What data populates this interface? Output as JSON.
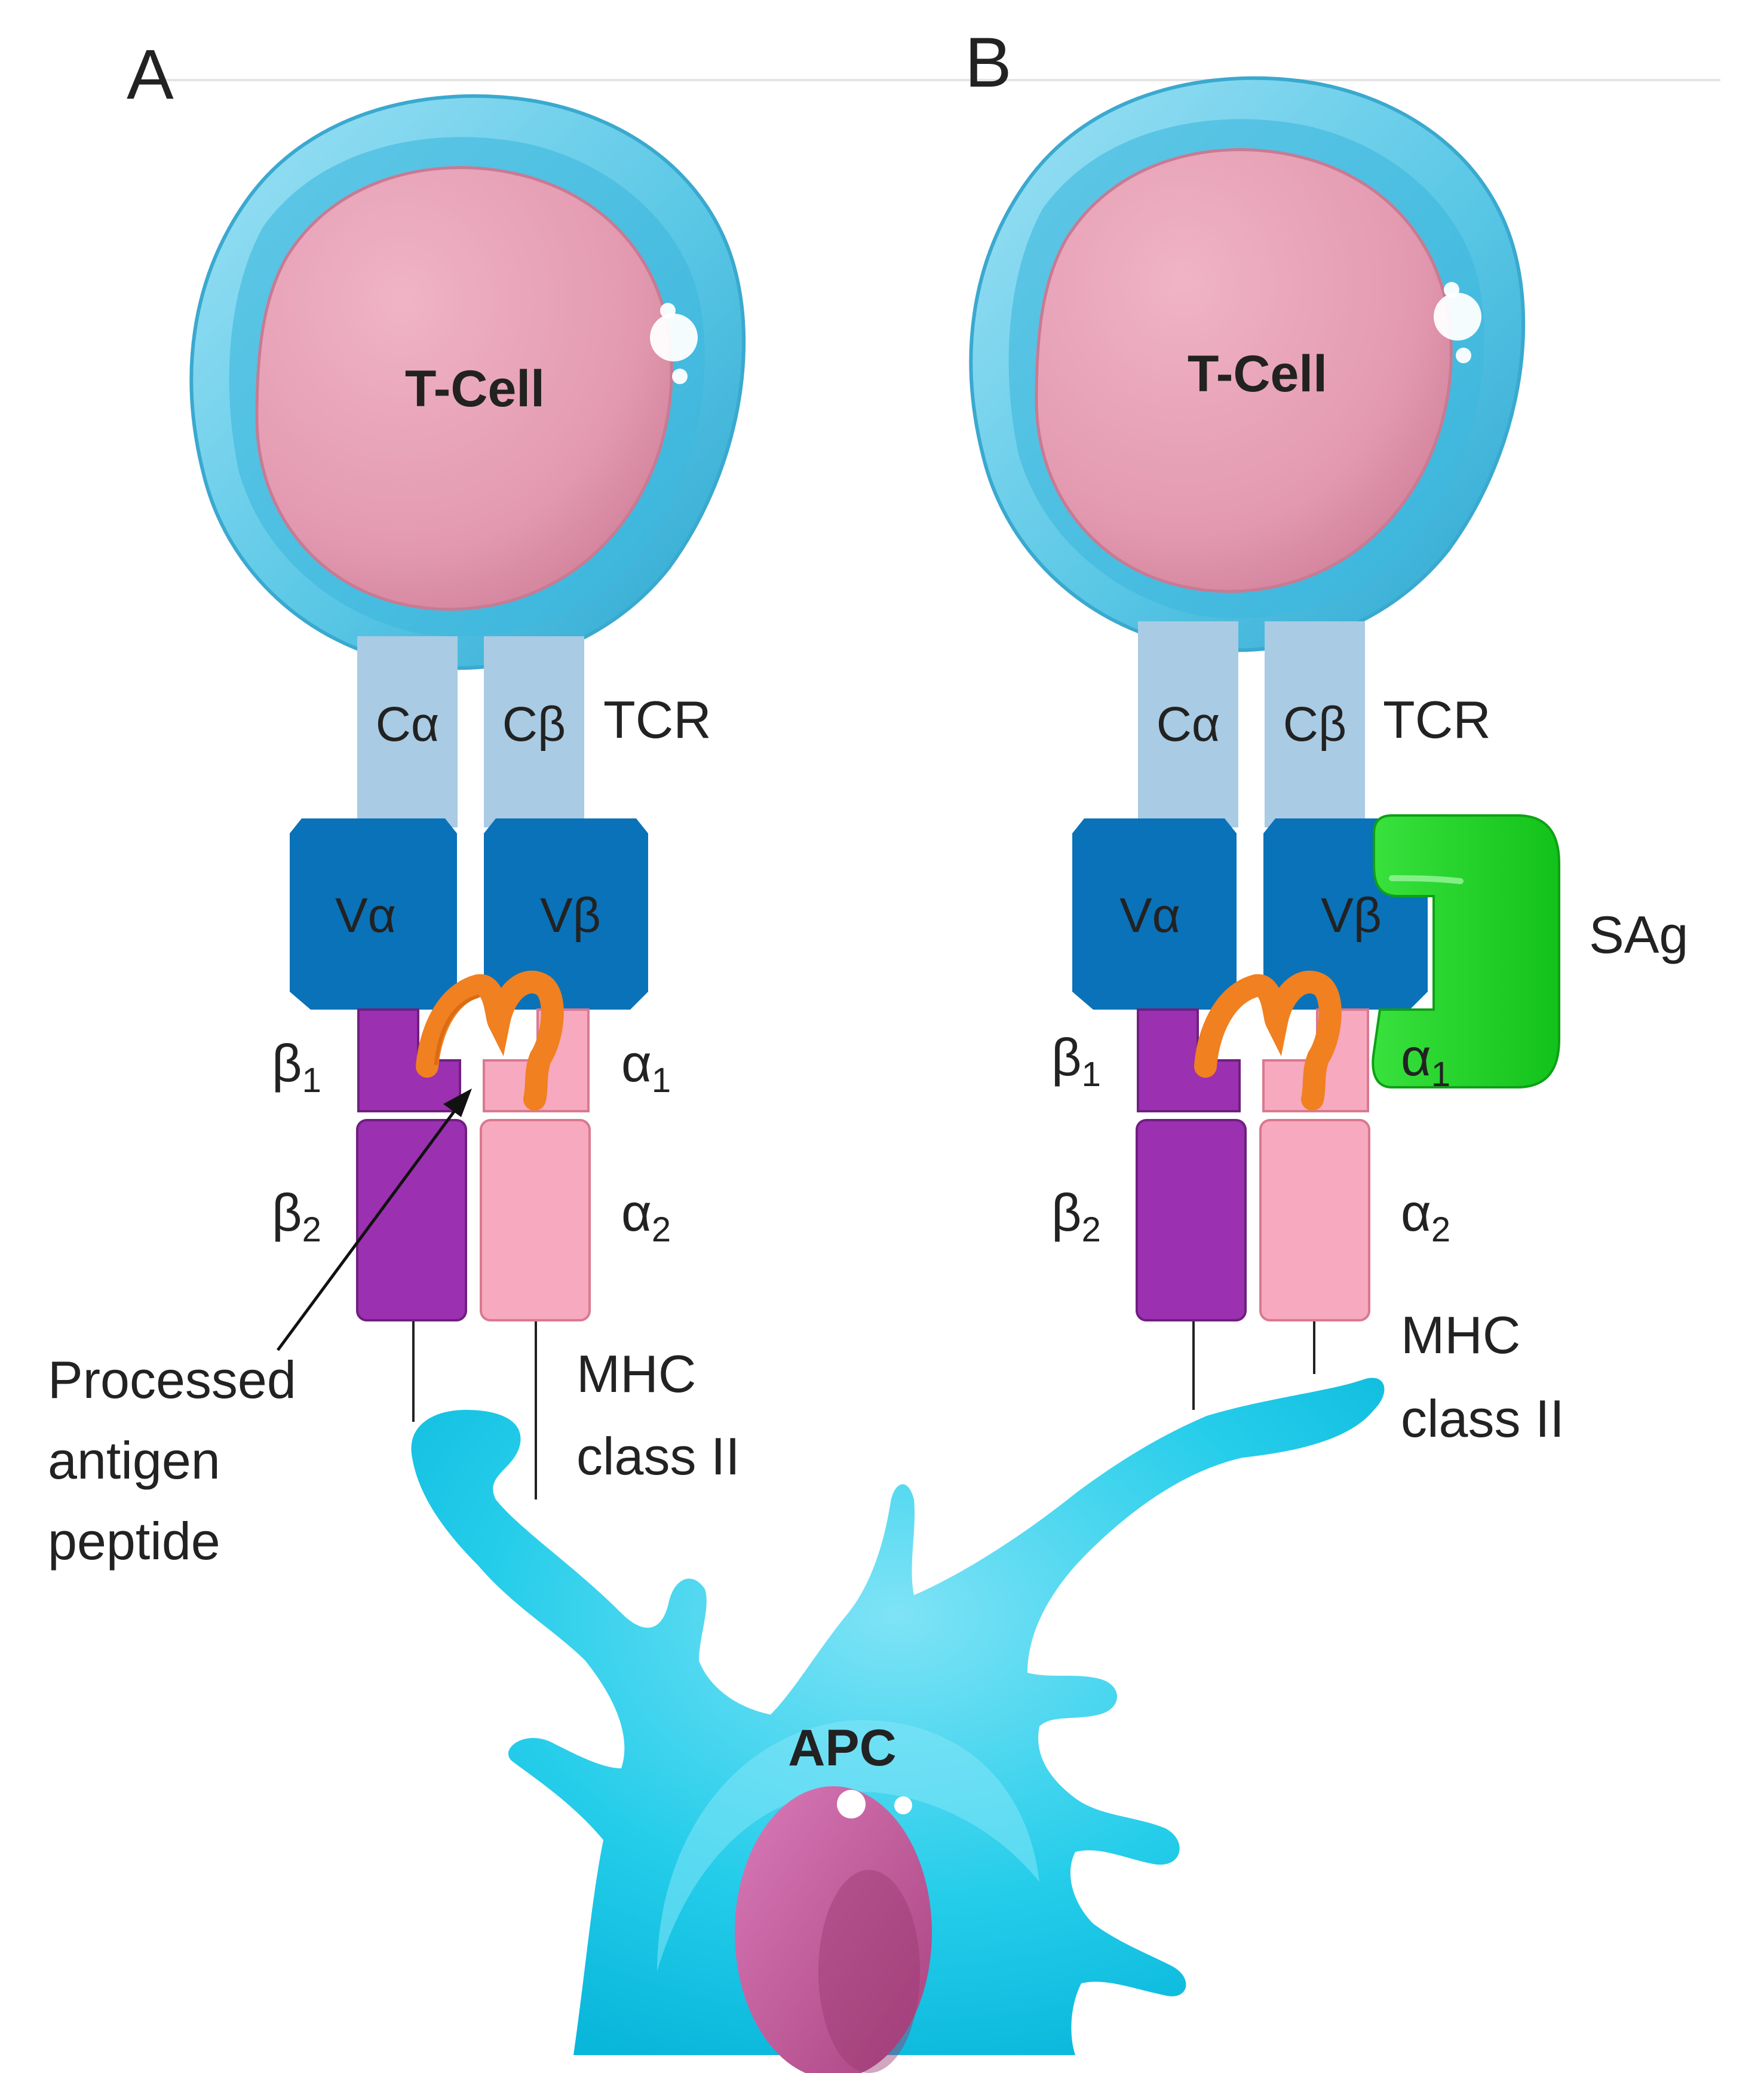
{
  "panels": [
    {
      "letter": "A",
      "tcell": "T-Cell",
      "c_alpha": "Cα",
      "c_beta": "Cβ",
      "tcr": "TCR",
      "v_alpha": "Vα",
      "v_beta": "Vβ",
      "beta1": "β",
      "beta1_sub": "1",
      "beta2": "β",
      "beta2_sub": "2",
      "alpha1": "α",
      "alpha1_sub": "1",
      "alpha2": "α",
      "alpha2_sub": "2",
      "mhc_line1": "MHC",
      "mhc_line2": "class II"
    },
    {
      "letter": "B",
      "tcell": "T-Cell",
      "c_alpha": "Cα",
      "c_beta": "Cβ",
      "tcr": "TCR",
      "v_alpha": "Vα",
      "v_beta": "Vβ",
      "beta1": "β",
      "beta1_sub": "1",
      "beta2": "β",
      "beta2_sub": "2",
      "alpha1": "α",
      "alpha1_sub": "1",
      "alpha2": "α",
      "alpha2_sub": "2",
      "mhc_line1": "MHC",
      "mhc_line2": "class II",
      "sag": "SAg"
    }
  ],
  "peptide_caption": [
    "Processed",
    "antigen",
    "peptide"
  ],
  "apc": "APC",
  "colors": {
    "tcell_membrane": "#5bc8e6",
    "tcell_nucleus": "#e8a3b8",
    "constant_domain": "#a9cbe4",
    "variable_domain": "#0a72b8",
    "mhc_beta": "#9b30b0",
    "mhc_alpha": "#f7a9bf",
    "peptide": "#f08020",
    "superantigen": "#22d42a",
    "apc_body": "#14c8e8",
    "apc_nucleus": "#c4569c"
  }
}
